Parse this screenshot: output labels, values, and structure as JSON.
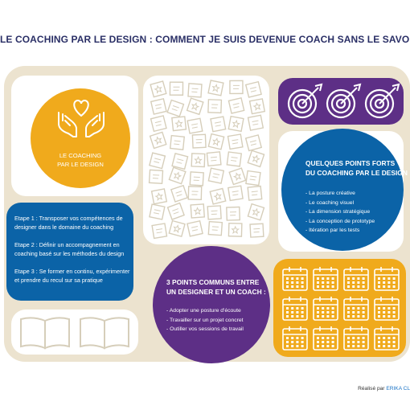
{
  "title": "LE COACHING PAR LE DESIGN : COMMENT JE SUIS DEVENUE COACH SANS LE SAVOIR",
  "colors": {
    "board": "#ece3cf",
    "yellow": "#f0aa1c",
    "blue": "#0b63a7",
    "purple": "#5d2f86",
    "navy": "#2a2f66"
  },
  "icons": [
    "heart-hands-icon",
    "target-icon",
    "notes-icon",
    "book-icon",
    "calendar-icon"
  ],
  "center_circle": {
    "line1": "LE COACHING",
    "line2": "PAR LE DESIGN"
  },
  "etapes": [
    {
      "line1": "Etape 1 : Transposer vos compétences de",
      "line2": "designer dans le domaine du coaching"
    },
    {
      "line1": "Etape 2 : Définir un accompagnement en",
      "line2": "coaching basé sur les méthodes du design"
    },
    {
      "line1": "Etape 3 : Se former en continu, expérimenter",
      "line2": "et prendre du recul sur sa pratique"
    }
  ],
  "points_forts": {
    "title_line1": "QUELQUES POINTS FORTS",
    "title_line2": "DU COACHING PAR LE DESIGN :",
    "items": [
      "- La posture créative",
      "- Le coaching visuel",
      "- La dimension stratégique",
      "- La conception de prototype",
      "- Itération par les tests"
    ]
  },
  "points_communs": {
    "title_line1": "3 POINTS COMMUNS ENTRE",
    "title_line2": "UN DESIGNER ET UN COACH :",
    "items": [
      "- Adopter une posture d'écoute",
      "- Travailler sur un projet concret",
      "- Outiller vos sessions de travail"
    ]
  },
  "credit": {
    "prefix": "Réalisé par ",
    "name": "ERIKA CL"
  }
}
